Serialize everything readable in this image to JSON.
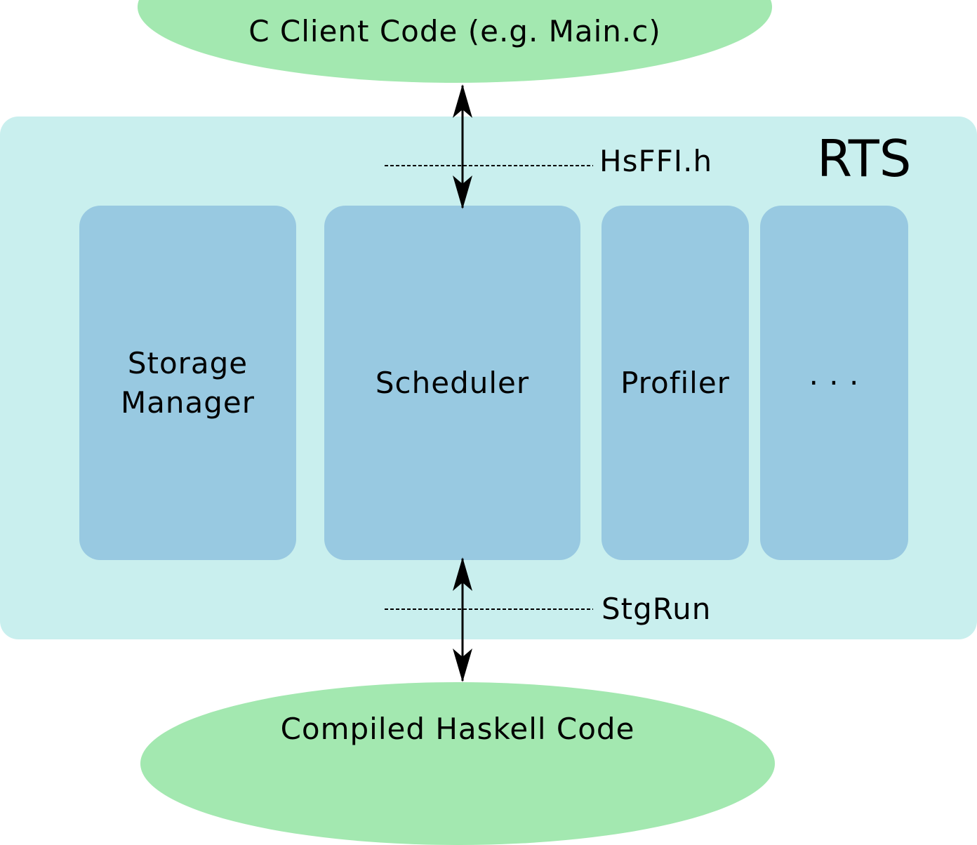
{
  "client_code": {
    "label": "C Client Code (e.g. Main.c)"
  },
  "haskell_code": {
    "label": "Compiled Haskell Code"
  },
  "rts": {
    "label": "RTS",
    "modules": [
      {
        "label": "Storage\nManager"
      },
      {
        "label": "Scheduler"
      },
      {
        "label": "Profiler"
      },
      {
        "label": "· · ·"
      }
    ]
  },
  "interfaces": {
    "top": "HsFFI.h",
    "bottom": "StgRun"
  },
  "colors": {
    "external_code": "#a3e8b0",
    "rts_background": "#c9efee",
    "module": "#98c9e1"
  }
}
